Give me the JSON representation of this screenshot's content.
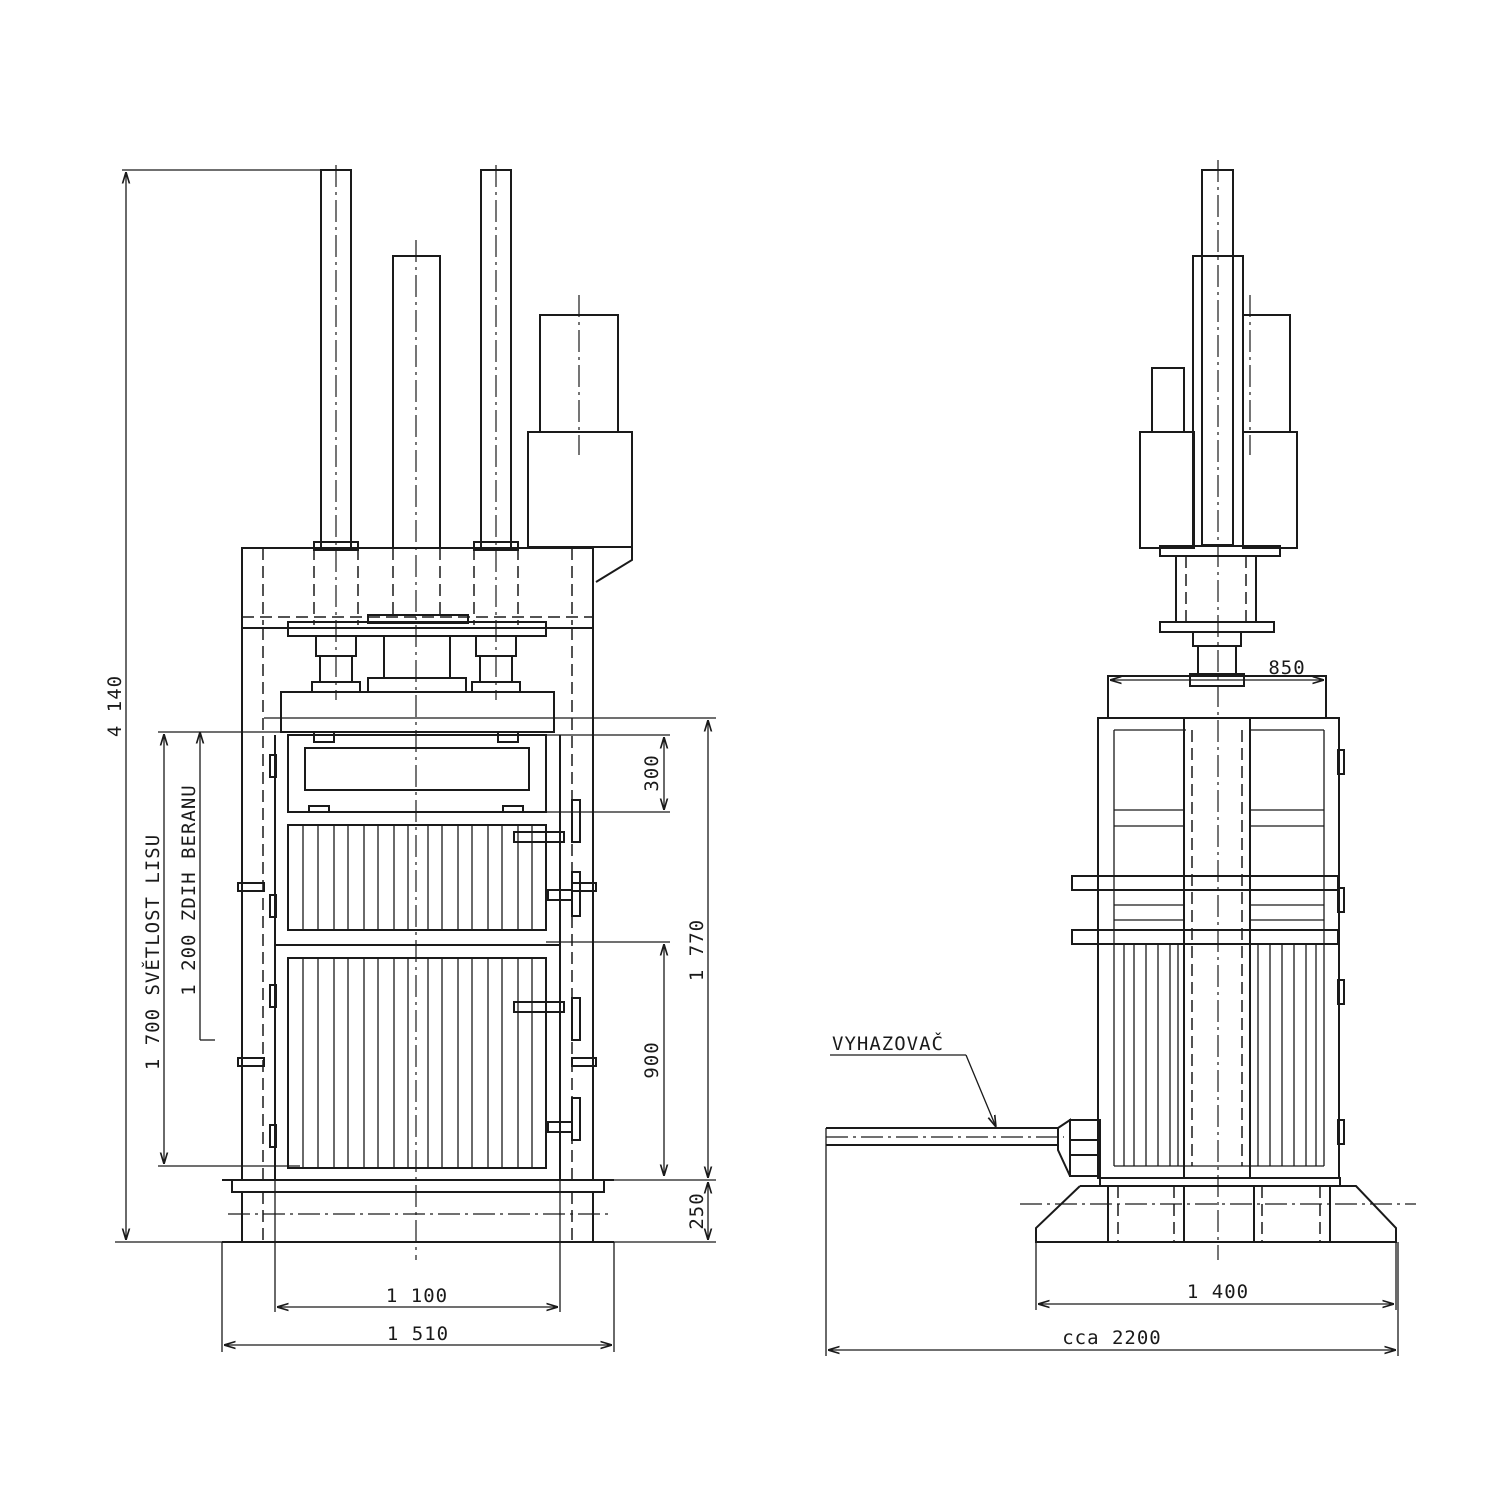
{
  "colors": {
    "line": "#1a1a1a",
    "background": "#ffffff"
  },
  "dimensions": {
    "total_height": "4 140",
    "press_clearance": "1 700  SVĚTLOST LISU",
    "ram_stroke": "1 200  ZDIH BERANU",
    "top_section": "300",
    "bale_chamber_height": "1 770",
    "lower_door": "900",
    "base_height": "250",
    "inner_width": "1 100",
    "front_width": "1 510",
    "side_depth": "850",
    "side_base_width": "1 400",
    "overall_length": "cca  2200"
  },
  "labels": {
    "ejector": "VYHAZOVAČ"
  }
}
